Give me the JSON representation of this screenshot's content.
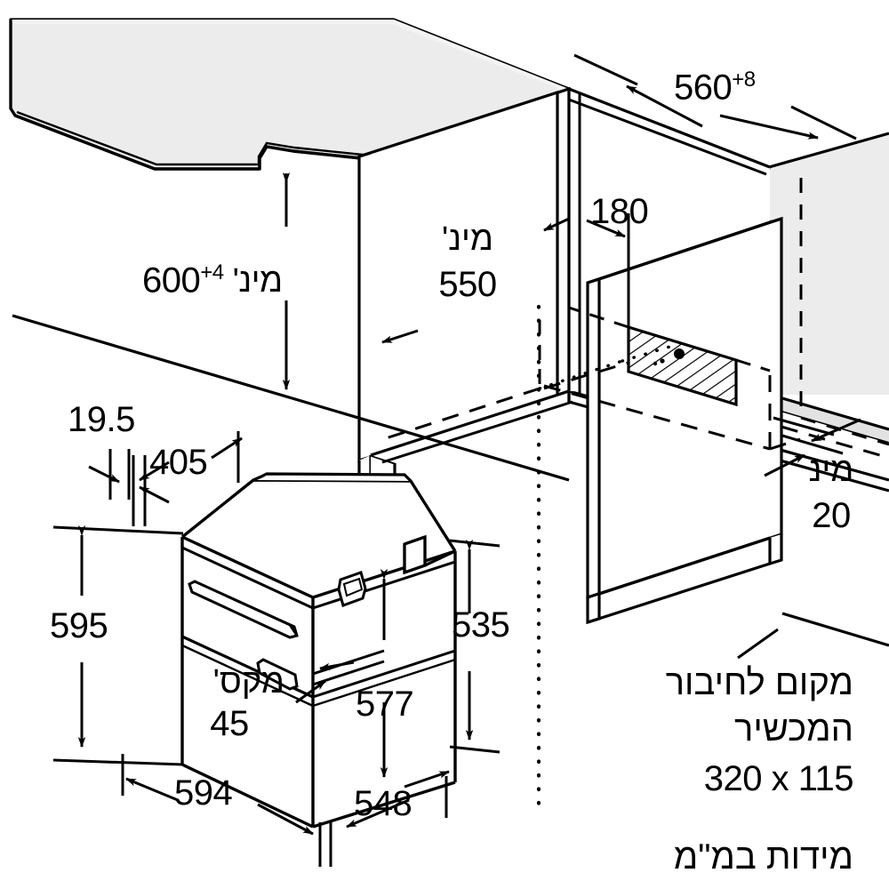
{
  "diagram": {
    "type": "installation-dimension-drawing",
    "product": "built-in oven niche installation",
    "units_note": "מידות במ\"מ",
    "colors": {
      "line": "#000000",
      "background": "#ffffff",
      "panel_fill": "#ececec",
      "panel_edge_fill": "#d8d8d8"
    }
  },
  "dimensions": {
    "niche_width": {
      "value": "560",
      "tolerance": "+8",
      "label": "560"
    },
    "niche_height": {
      "value": "600",
      "tolerance": "+4",
      "prefix": "מינ'",
      "label": "600"
    },
    "niche_depth": {
      "value": "550",
      "prefix": "מינ'",
      "label": "550"
    },
    "rear_offset": {
      "value": "180",
      "label": "180"
    },
    "rear_gap": {
      "value": "20",
      "prefix": "מינ",
      "label": "20"
    },
    "top_panel_thickness": {
      "value": "19.5",
      "label": "19.5"
    },
    "top_panel_depth": {
      "value": "405",
      "label": "405"
    },
    "appliance_height": {
      "value": "595",
      "label": "595"
    },
    "appliance_front_height": {
      "value": "577",
      "label": "577"
    },
    "appliance_side_height": {
      "value": "535",
      "label": "535"
    },
    "appliance_width": {
      "value": "594",
      "label": "594"
    },
    "appliance_depth": {
      "value": "548",
      "label": "548"
    },
    "door_gap_max": {
      "value": "45",
      "prefix": "מקס'",
      "label": "45"
    }
  },
  "labels": {
    "min_600": "מינ'",
    "min_550": "מינ'",
    "min_20": "מינ",
    "max_45": "מקס'",
    "dim_560": "560",
    "sup_560": "+8",
    "dim_600": "600",
    "sup_600": "+4",
    "dim_550": "550",
    "dim_180": "180",
    "dim_20": "20",
    "dim_195": "19.5",
    "dim_405": "405",
    "dim_595": "595",
    "dim_577": "577",
    "dim_535": "535",
    "dim_594": "594",
    "dim_548": "548",
    "dim_45": "45"
  },
  "notes": {
    "connection_line1": "מקום לחיבור",
    "connection_line2": "המכשיר",
    "connection_size": "320 x 115",
    "units": "מידות במ\"מ"
  }
}
